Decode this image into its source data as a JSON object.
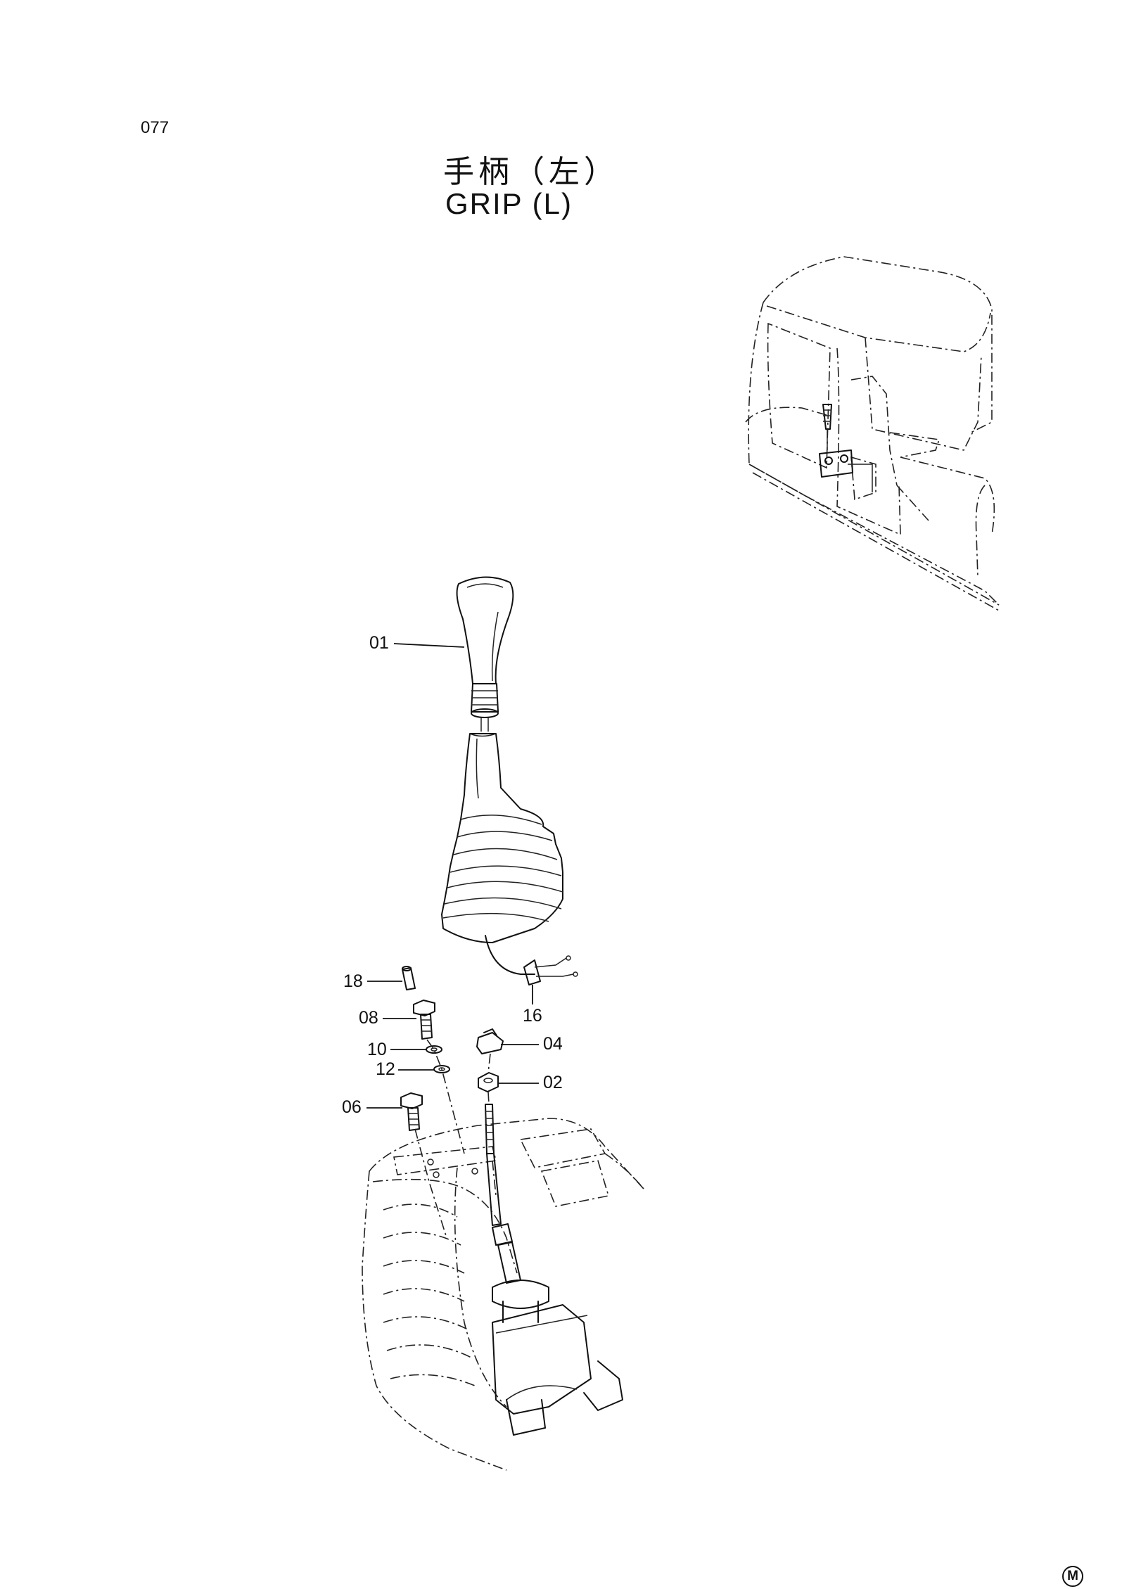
{
  "page": {
    "number": "077",
    "title_cn": "手柄（左）",
    "title_en": "GRIP (L)",
    "mark": "M"
  },
  "callouts": [
    {
      "id": "01",
      "label": "01"
    },
    {
      "id": "02",
      "label": "02"
    },
    {
      "id": "04",
      "label": "04"
    },
    {
      "id": "06",
      "label": "06"
    },
    {
      "id": "08",
      "label": "08"
    },
    {
      "id": "10",
      "label": "10"
    },
    {
      "id": "12",
      "label": "12"
    },
    {
      "id": "16",
      "label": "16"
    },
    {
      "id": "18",
      "label": "18"
    }
  ],
  "icons": {
    "grip": "grip-knob-icon",
    "boot": "rubber-boot-icon",
    "cab": "excavator-cab-icon",
    "console": "control-console-icon",
    "valve": "pilot-valve-icon"
  }
}
